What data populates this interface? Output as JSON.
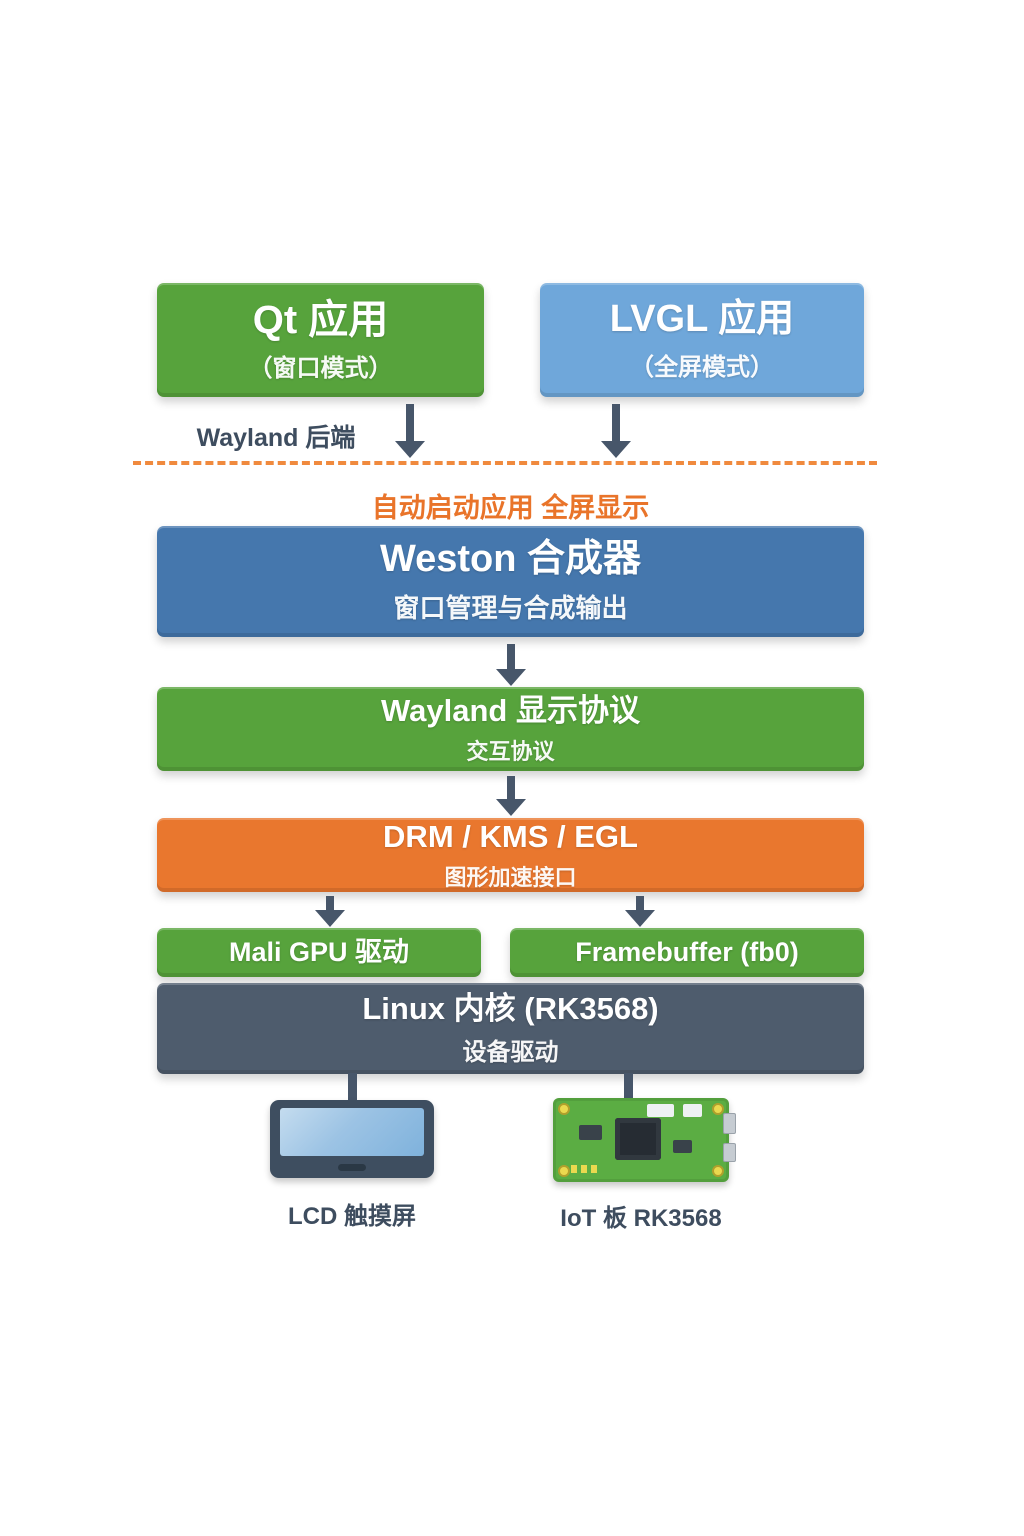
{
  "colors": {
    "green": "#57a33c",
    "light_blue": "#6fa7da",
    "blue": "#4577ad",
    "orange": "#e9772e",
    "slate": "#4e5c6d",
    "arrow": "#47566a",
    "dashed_line": "#f08a3e",
    "note_text": "#e9742a",
    "label_text": "#3e4d5f"
  },
  "top": {
    "qt": {
      "title": "Qt 应用",
      "subtitle": "（窗口模式）"
    },
    "lvgl": {
      "title": "LVGL 应用",
      "subtitle": "（全屏模式）"
    },
    "wayland_backend_label": "Wayland 后端"
  },
  "divider_note": "自动启动应用 全屏显示",
  "layers": {
    "weston": {
      "title": "Weston 合成器",
      "subtitle": "窗口管理与合成输出"
    },
    "wayland": {
      "title": "Wayland 显示协议",
      "subtitle": "交互协议"
    },
    "drm": {
      "title": "DRM / KMS / EGL",
      "subtitle": "图形加速接口"
    },
    "mali": {
      "title": "Mali GPU 驱动"
    },
    "framebuffer": {
      "title": "Framebuffer (fb0)"
    },
    "kernel": {
      "title": "Linux 内核 (RK3568)",
      "subtitle": "设备驱动"
    }
  },
  "hardware": {
    "lcd_label": "LCD 触摸屏",
    "iot_label": "IoT 板 RK3568"
  }
}
